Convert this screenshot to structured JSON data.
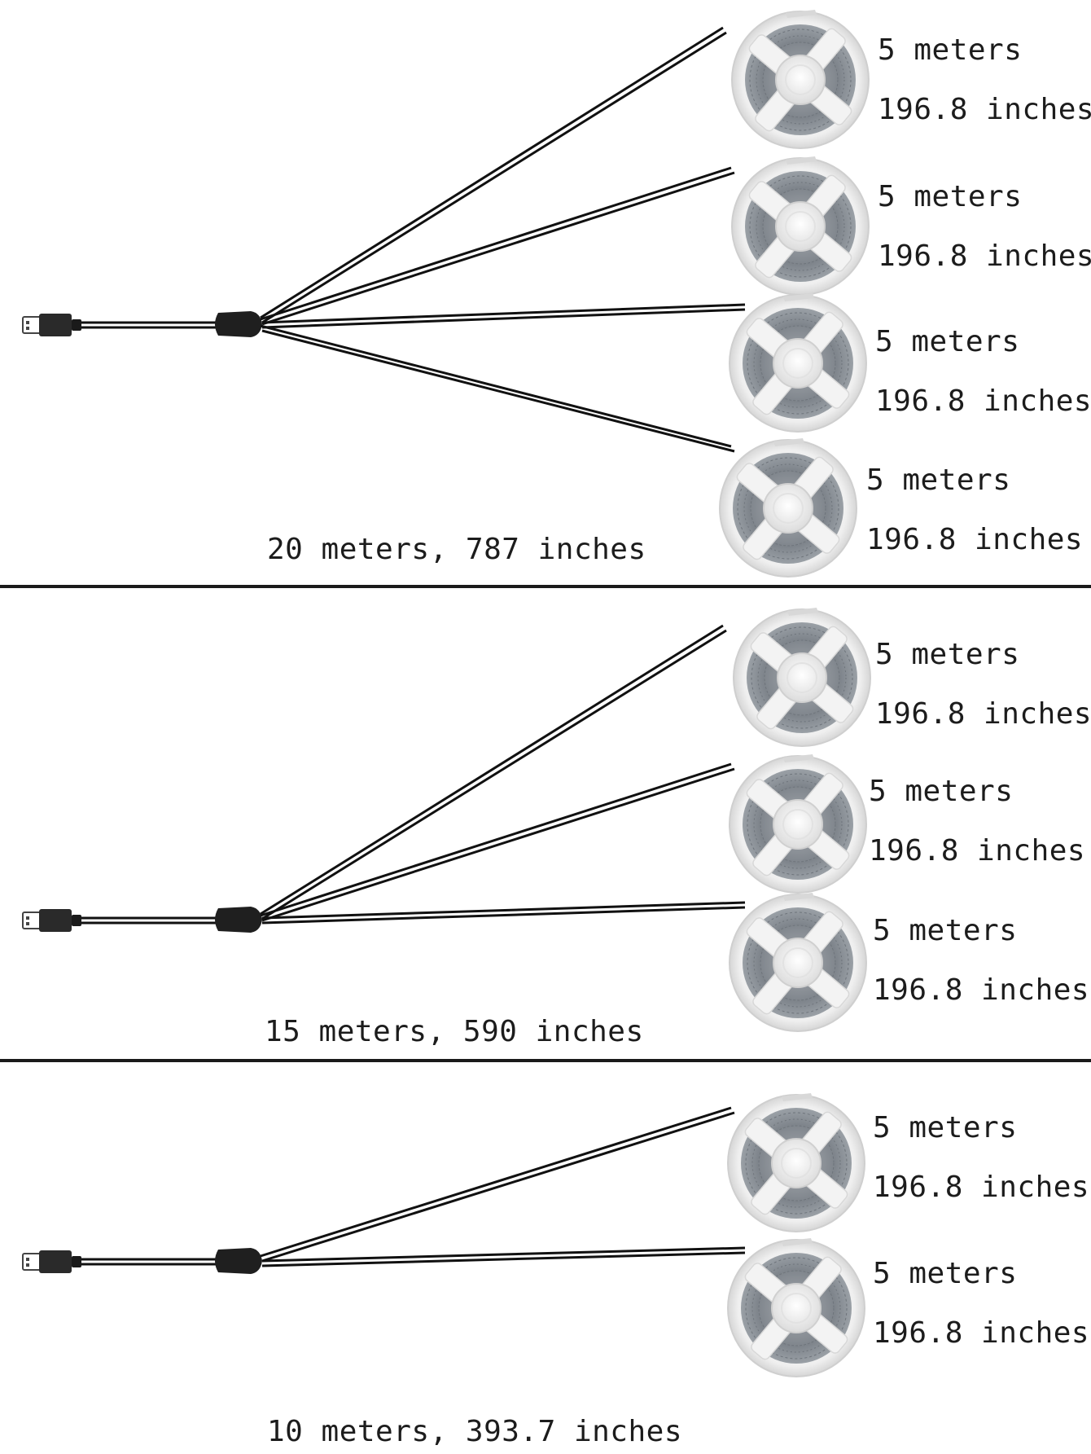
{
  "panels": [
    {
      "total": "20 meters, 787 inches",
      "reels": [
        {
          "length_m": "5 meters",
          "length_in": "196.8 inches"
        },
        {
          "length_m": "5 meters",
          "length_in": "196.8 inches"
        },
        {
          "length_m": "5 meters",
          "length_in": "196.8 inches"
        },
        {
          "length_m": "5 meters",
          "length_in": "196.8 inches"
        }
      ]
    },
    {
      "total": "15 meters, 590 inches",
      "reels": [
        {
          "length_m": "5 meters",
          "length_in": "196.8 inches"
        },
        {
          "length_m": "5 meters",
          "length_in": "196.8 inches"
        },
        {
          "length_m": "5 meters",
          "length_in": "196.8 inches"
        }
      ]
    },
    {
      "total": "10 meters, 393.7 inches",
      "reels": [
        {
          "length_m": "5 meters",
          "length_in": "196.8 inches"
        },
        {
          "length_m": "5 meters",
          "length_in": "196.8 inches"
        }
      ]
    }
  ],
  "colors": {
    "background": "#ffffff",
    "cable": "#111111",
    "reel_rim": "#e8e8e8",
    "reel_strip": "#8f949a",
    "reel_spokes": "#f2f2f2",
    "divider": "#1a1a1a"
  }
}
